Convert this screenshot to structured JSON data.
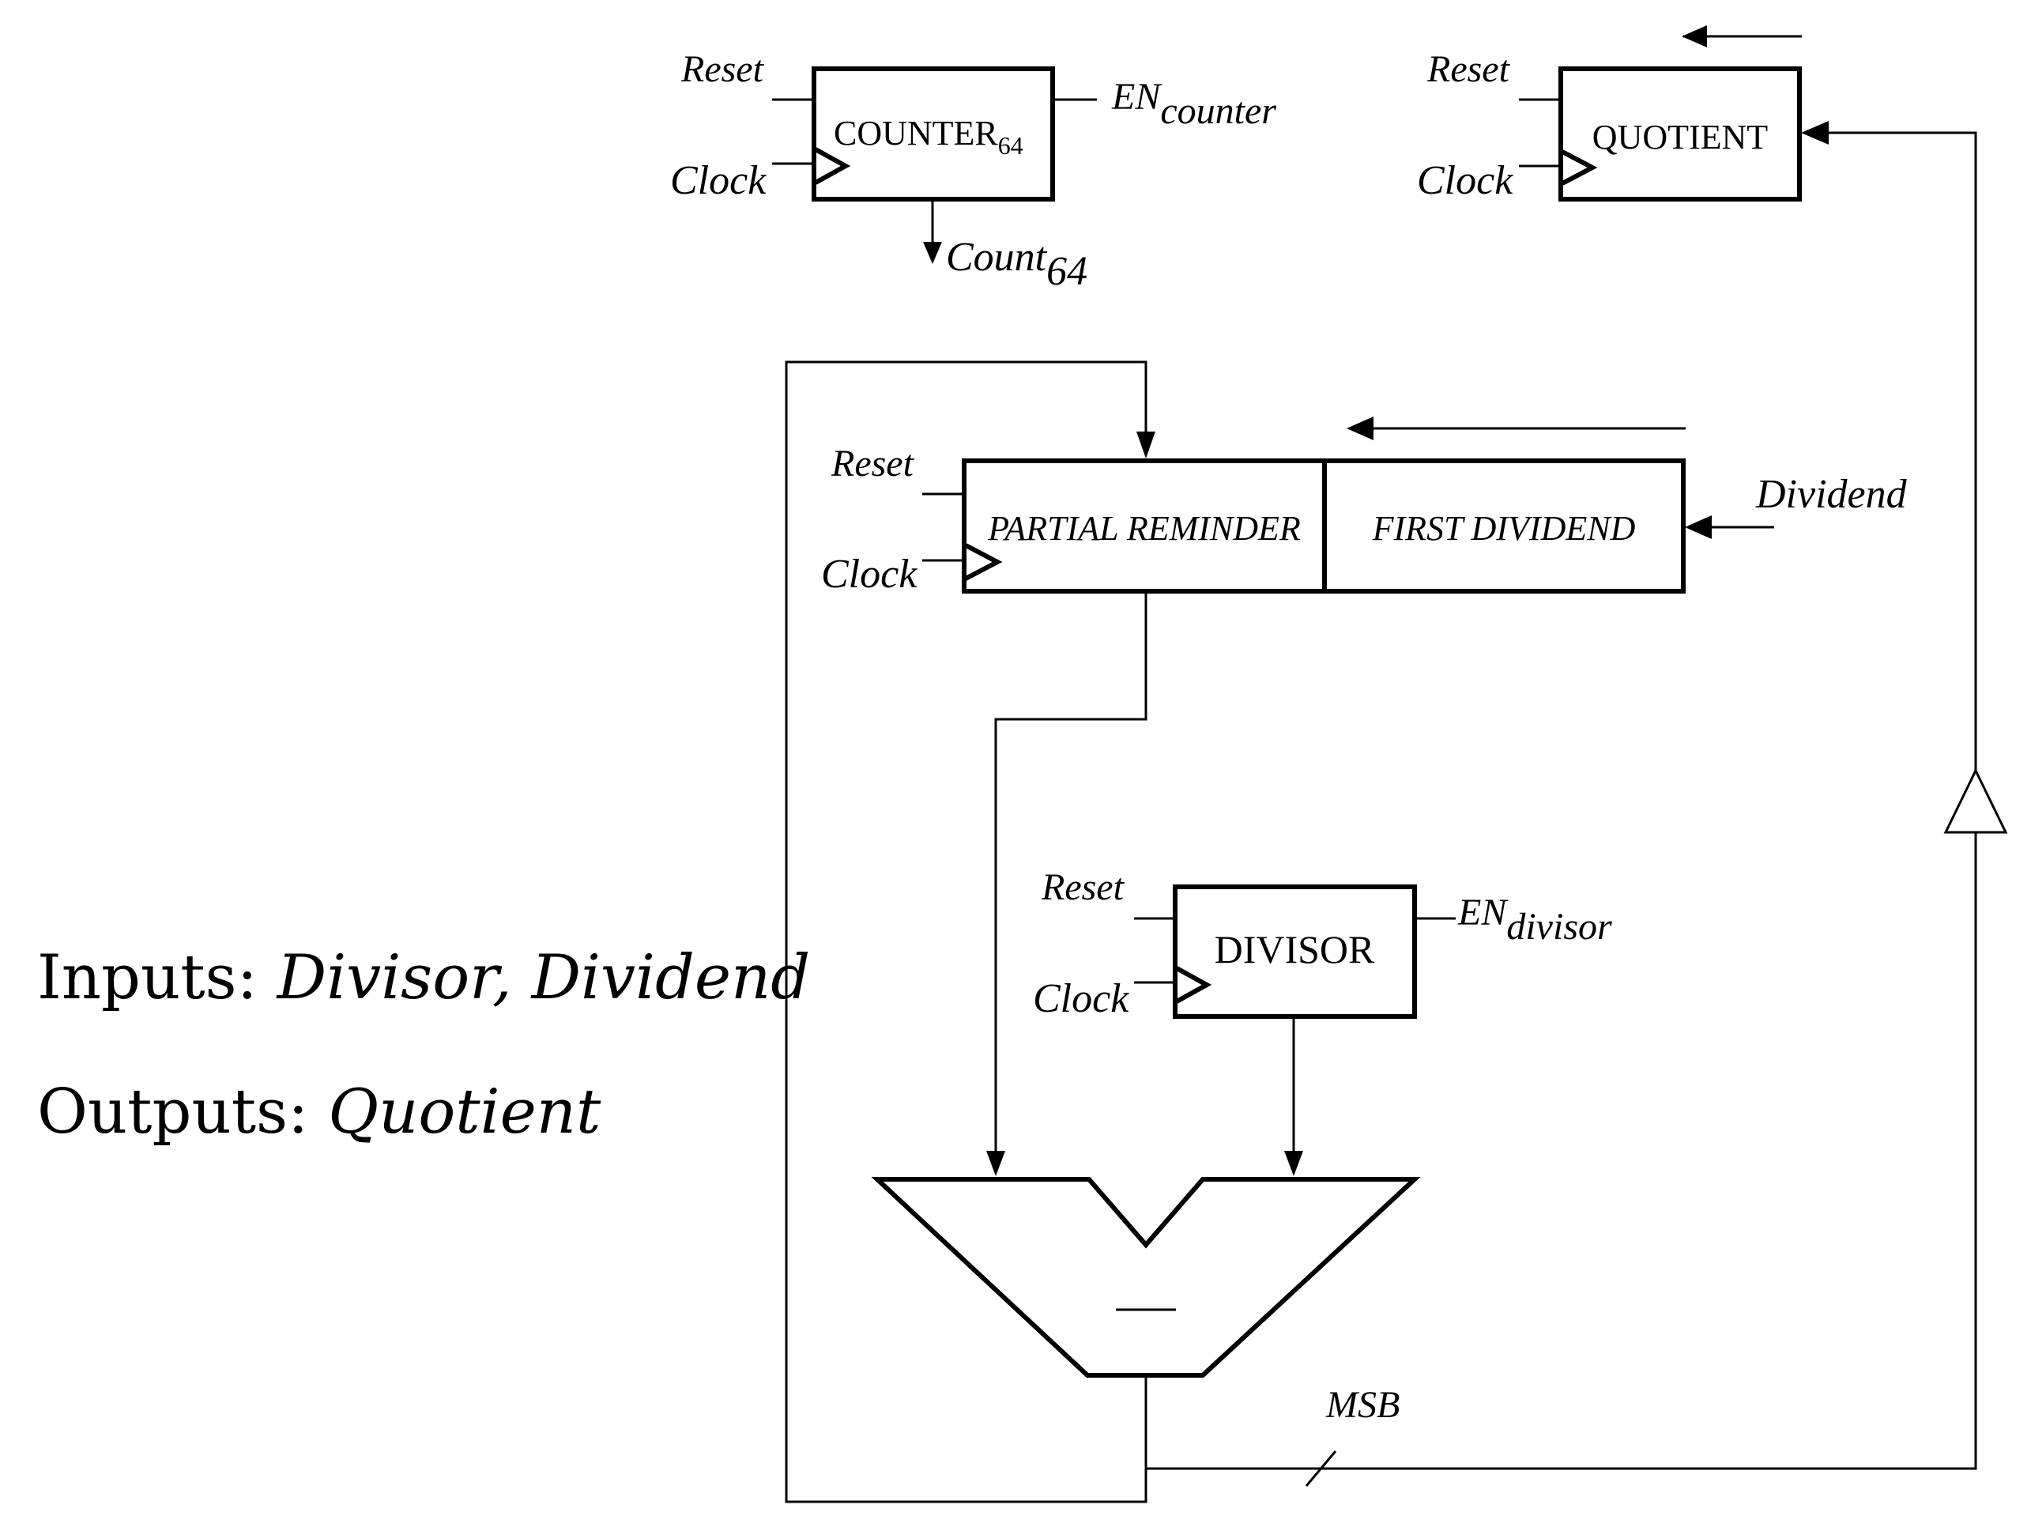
{
  "counter": {
    "name": "COUNTER",
    "sub": "64",
    "reset": "Reset",
    "clock": "Clock",
    "enable_base": "EN",
    "enable_sub": "counter",
    "output_base": "Count",
    "output_sub": "64"
  },
  "quotient_reg": {
    "name": "QUOTIENT",
    "reset": "Reset",
    "clock": "Clock"
  },
  "shift_reg": {
    "left": "PARTIAL REMINDER",
    "right": "FIRST DIVIDEND",
    "reset": "Reset",
    "clock": "Clock",
    "input": "Dividend"
  },
  "divisor_reg": {
    "name": "DIVISOR",
    "reset": "Reset",
    "clock": "Clock",
    "enable_base": "EN",
    "enable_sub": "divisor"
  },
  "subtractor": {
    "symbol": "—"
  },
  "msb_label": "MSB",
  "io": {
    "inputs_label": "Inputs: ",
    "inputs_value": "Divisor, Dividend",
    "outputs_label": "Outputs: ",
    "outputs_value": "Quotient"
  }
}
